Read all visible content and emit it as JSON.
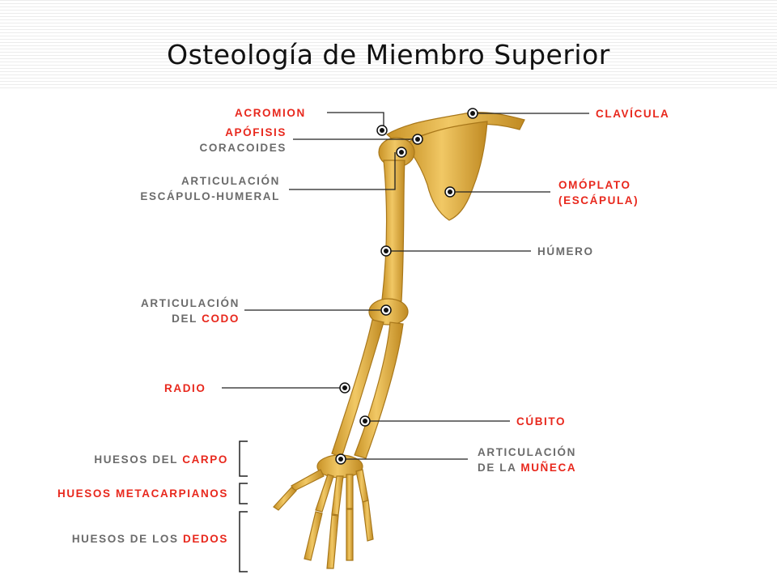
{
  "title": "Osteología de Miembro Superior",
  "labels": {
    "acromion": "ACROMION",
    "apofisis": "APÓFISIS",
    "coracoides": "CORACOIDES",
    "art_esc_1": "ARTICULACIÓN",
    "art_esc_2": "ESCÁPULO-HUMERAL",
    "clavicula": "CLAVÍCULA",
    "omoplato_1": "OMÓPLATO",
    "omoplato_2": "(ESCÁPULA)",
    "humero": "HÚMERO",
    "art_codo_1": "ARTICULACIÓN",
    "art_codo_2a": "DEL ",
    "art_codo_2b": "CODO",
    "radio": "RADIO",
    "cubito": "CÚBITO",
    "art_muneca_1": "ARTICULACIÓN",
    "art_muneca_2a": "DE LA ",
    "art_muneca_2b": "MUÑECA",
    "carpo_a": "HUESOS  DEL ",
    "carpo_b": "CARPO",
    "metacarpianos": "HUESOS  METACARPIANOS",
    "dedos_a": "HUESOS DE LOS ",
    "dedos_b": "DEDOS"
  },
  "colors": {
    "accent_label": "#e8281d",
    "gray_label": "#6b6b6b",
    "bone": "#e8b84a",
    "bone_dark": "#b0801c"
  }
}
